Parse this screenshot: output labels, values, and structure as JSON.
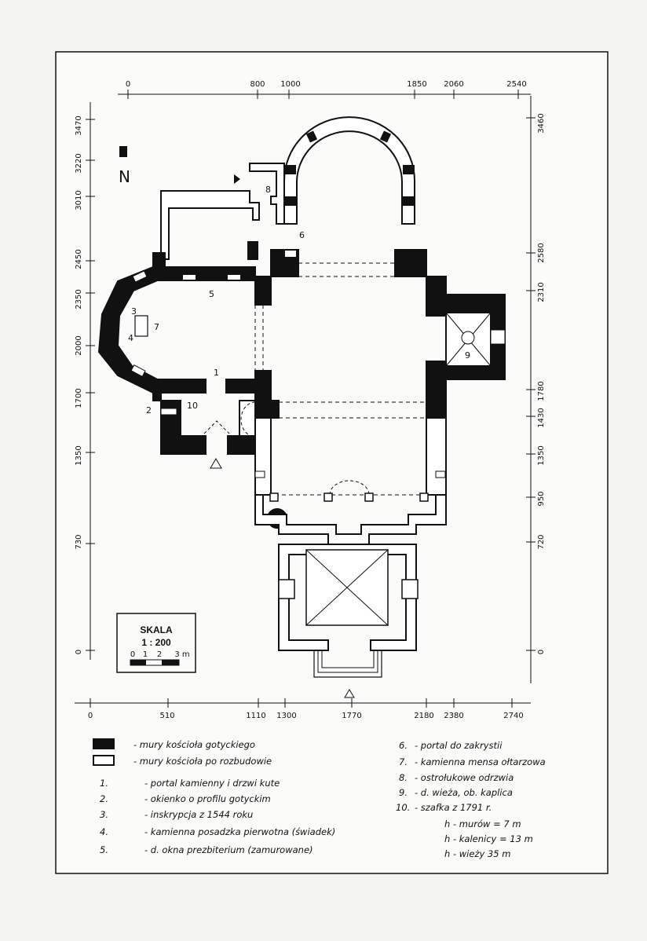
{
  "plan": {
    "axes": {
      "top": [
        "0",
        "800",
        "1000",
        "1850",
        "2060",
        "2540"
      ],
      "bottom": [
        "0",
        "510",
        "1110",
        "1300",
        "1770",
        "2180",
        "2380",
        "2740"
      ],
      "left": [
        "3470",
        "3220",
        "3010",
        "2450",
        "2350",
        "2000",
        "1700",
        "1350",
        "730",
        "0"
      ],
      "right": [
        "3460",
        "2580",
        "2310",
        "1780",
        "1430",
        "1350",
        "950",
        "720",
        "0"
      ]
    },
    "north_letter": "N",
    "room_numbers": [
      "1",
      "2",
      "3",
      "4",
      "5",
      "6",
      "7",
      "8",
      "9",
      "10"
    ]
  },
  "scale": {
    "title": "SKALA",
    "ratio": "1 : 200",
    "ticks": [
      "0",
      "1",
      "2",
      "3 m"
    ]
  },
  "legend": {
    "symbols": [
      {
        "label": "- mury kościoła gotyckiego"
      },
      {
        "label": "- mury kościoła po rozbudowie"
      }
    ],
    "left_items": [
      {
        "num": "1.",
        "text": "- portal kamienny i drzwi kute"
      },
      {
        "num": "2.",
        "text": "- okienko o profilu gotyckim"
      },
      {
        "num": "3.",
        "text": "- inskrypcja z 1544 roku"
      },
      {
        "num": "4.",
        "text": "- kamienna posadzka pierwotna (świadek)"
      },
      {
        "num": "5.",
        "text": "- d. okna prezbiterium (zamurowane)"
      }
    ],
    "right_items": [
      {
        "num": "6.",
        "text": "- portal do zakrystii"
      },
      {
        "num": "7.",
        "text": "- kamienna mensa ołtarzowa"
      },
      {
        "num": "8.",
        "text": "- ostrołukowe odrzwia"
      },
      {
        "num": "9.",
        "text": "- d. wieża, ob. kaplica"
      },
      {
        "num": "10.",
        "text": "- szafka z 1791 r."
      }
    ],
    "heights": [
      "h - murów = 7 m",
      "h - kalenicy = 13 m",
      "h - wieży 35 m"
    ]
  }
}
